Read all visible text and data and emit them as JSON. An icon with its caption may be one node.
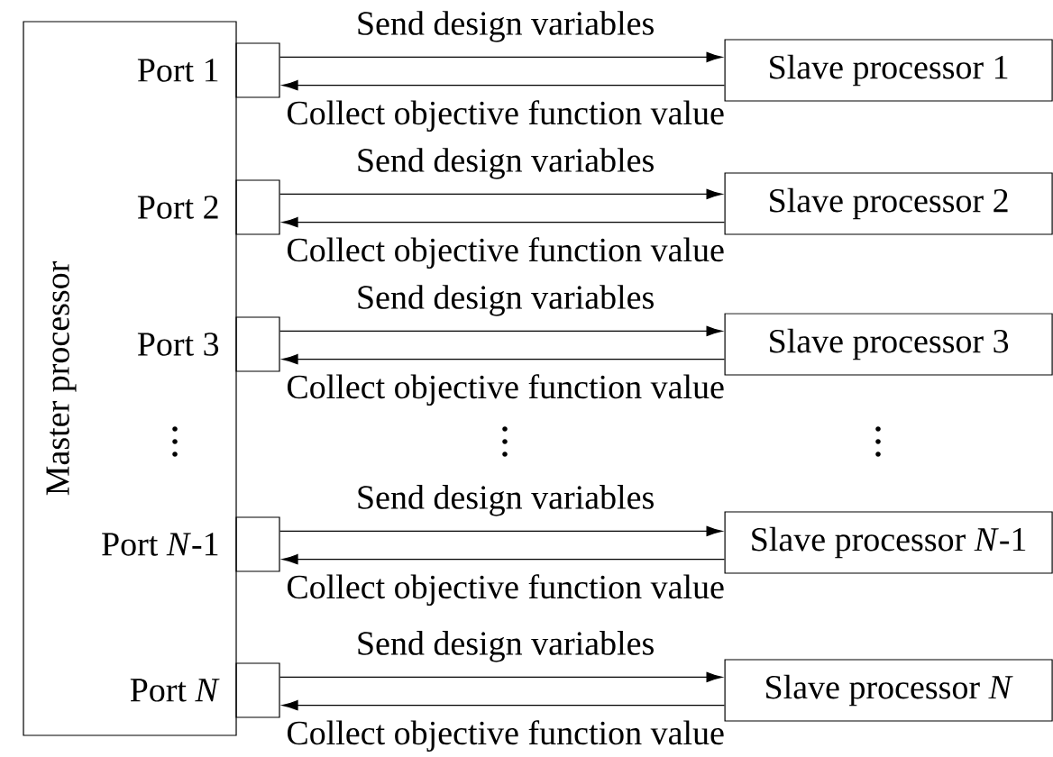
{
  "diagram": {
    "nodes": [
      {
        "text": [
          "Master processor"
        ]
      },
      {
        "text": [],
        "shape": "box"
      },
      {
        "text": [
          "Slave processor 1"
        ]
      },
      {
        "text": [],
        "shape": "box"
      },
      {
        "text": [
          "Slave processor 2"
        ]
      },
      {
        "text": [],
        "shape": "box"
      },
      {
        "text": [
          "Slave processor 3"
        ]
      },
      {
        "text": [],
        "shape": "box"
      },
      {
        "text": [
          "Slave processor *N*-1"
        ]
      },
      {
        "text": [],
        "shape": "box"
      },
      {
        "text": [
          "Slave processor *N*"
        ]
      }
    ],
    "edges": [
      {
        "from": 1,
        "to": 2,
        "arrow": "to",
        "label": "Send design variables"
      },
      {
        "from": 2,
        "to": 1,
        "arrow": "to",
        "label": "Collect objective function value"
      },
      {
        "from": 3,
        "to": 4,
        "arrow": "to",
        "label": "Send design variables"
      },
      {
        "from": 4,
        "to": 3,
        "arrow": "to",
        "label": "Collect objective function value"
      },
      {
        "from": 5,
        "to": 6,
        "arrow": "to",
        "label": "Send design variables"
      },
      {
        "from": 6,
        "to": 5,
        "arrow": "to",
        "label": "Collect objective function value"
      },
      {
        "from": 7,
        "to": 8,
        "arrow": "to",
        "label": "Send design variables"
      },
      {
        "from": 8,
        "to": 7,
        "arrow": "to",
        "label": "Collect objective function value"
      },
      {
        "from": 9,
        "to": 10,
        "arrow": "to",
        "label": "Send design variables"
      },
      {
        "from": 10,
        "to": 9,
        "arrow": "to",
        "label": "Collect objective function value"
      }
    ],
    "labels": [
      "Port 1",
      "Port 2",
      "Port 3",
      "Port *N*-1",
      "Port *N*"
    ]
  }
}
